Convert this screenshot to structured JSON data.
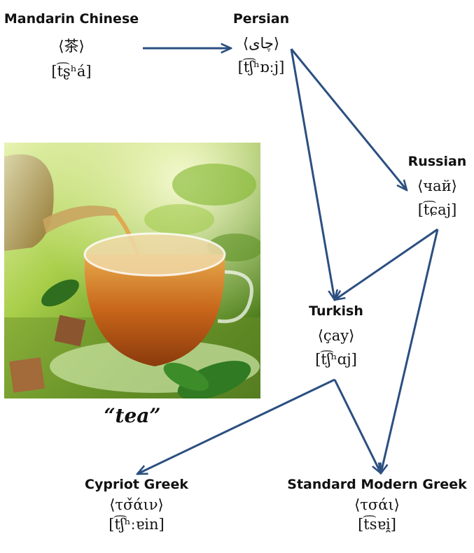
{
  "nodes": {
    "mandarin": {
      "language": "Mandarin Chinese",
      "written": "⟨茶⟩",
      "ipa": "[t͡ʂʰá]"
    },
    "persian": {
      "language": "Persian",
      "written": "⟨چای⟩",
      "ipa": "[t͡ʃʰɒːj]"
    },
    "russian": {
      "language": "Russian",
      "written": "⟨чай⟩",
      "ipa": "[t͡ɕaj]"
    },
    "turkish": {
      "language": "Turkish",
      "written": "⟨çay⟩",
      "ipa": "[t͡ʃʰɑj]"
    },
    "cypriot": {
      "language": "Cypriot Greek",
      "written": "⟨τσ̌άιν⟩",
      "ipa": "[t͡ʃʰːɐin]"
    },
    "greek": {
      "language": "Standard Modern Greek",
      "written": "⟨τσάι⟩",
      "ipa": "[t͡sɐi̯]"
    }
  },
  "caption": "“tea”",
  "arrow_color": "#2b4f80",
  "edges": [
    {
      "from": "Mandarin Chinese",
      "to": "Persian"
    },
    {
      "from": "Persian",
      "to": "Russian"
    },
    {
      "from": "Persian",
      "to": "Turkish"
    },
    {
      "from": "Russian",
      "to": "Turkish"
    },
    {
      "from": "Russian",
      "to": "Standard Modern Greek"
    },
    {
      "from": "Turkish",
      "to": "Cypriot Greek"
    },
    {
      "from": "Turkish",
      "to": "Standard Modern Greek"
    }
  ]
}
